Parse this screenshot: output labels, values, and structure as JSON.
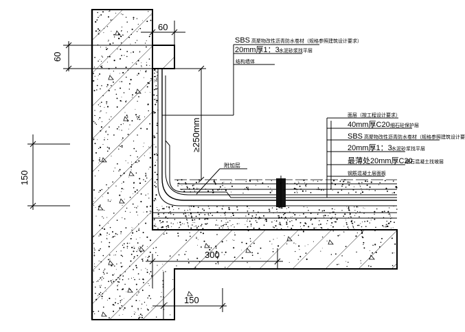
{
  "dimensions": {
    "top_60_horizontal": "60",
    "left_60_vertical": "60",
    "left_150_vertical": "150",
    "upturn_height": "≥250mm",
    "bottom_300": "300",
    "bottom_150": "150"
  },
  "wall_callouts": [
    {
      "latin": "SBS",
      "cjk": "高聚物改性沥青防水卷材（规格参照建筑设计要求）"
    },
    {
      "latin": "20mm厚1：3",
      "cjk": "水泥砂浆找平层"
    },
    {
      "latin": "",
      "cjk": "结构墙体"
    }
  ],
  "floor_callouts": [
    {
      "latin": "",
      "cjk": "面层（按工程设计要求）"
    },
    {
      "latin": "40mm厚C20",
      "cjk": "细石砼保护层"
    },
    {
      "latin": "SBS",
      "cjk": "高聚物改性沥青防水卷材（规格参照建筑设计要求）"
    },
    {
      "latin": "20mm厚1：3",
      "cjk": "水泥砂浆找平层"
    },
    {
      "latin": "最薄处20mm厚C20",
      "cjk": "细石混凝土找坡层"
    },
    {
      "latin": "",
      "cjk": "钢筋混凝土层面板"
    }
  ],
  "additional_layer_label": "附加层"
}
